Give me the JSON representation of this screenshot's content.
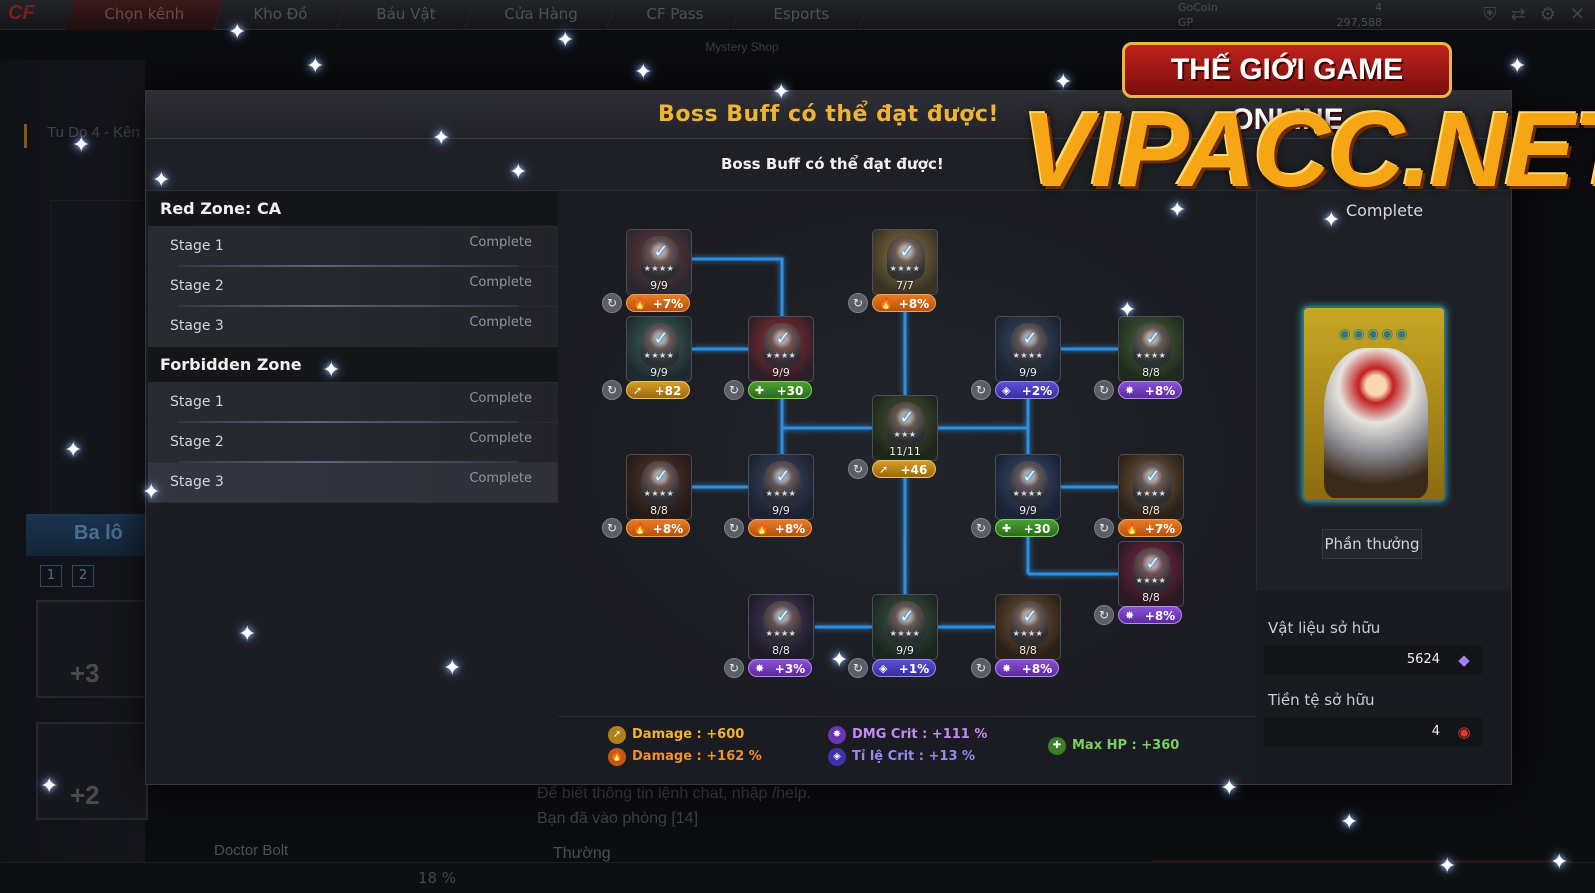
{
  "topbar": {
    "nav": [
      "Chọn kênh",
      "Kho Đồ",
      "Báu Vật",
      "Cửa Hàng",
      "CF Pass",
      "Esports"
    ],
    "currency": [
      {
        "name": "GoCoin",
        "value": "4"
      },
      {
        "name": "GP",
        "value": "297,588"
      }
    ]
  },
  "background": {
    "mystery_shop": "Mystery Shop",
    "mission": "Tu Do 4 - Kên",
    "ba_lo": "Ba lô",
    "slots": [
      "1",
      "2"
    ],
    "weapons": [
      "+3",
      "+2"
    ],
    "doctor": "Doctor Bolt",
    "chat_lines": [
      "Để biết thông tin lệnh chat, nhập /help.",
      "Bạn đã vào phòng [14]"
    ],
    "chat_mode": "Thường",
    "percent": "18 %"
  },
  "modal": {
    "title": "Boss Buff có thể đạt được!",
    "subtitle": "Boss Buff có thể đạt được!",
    "zones": [
      {
        "name": "Red Zone: CA",
        "stages": [
          {
            "name": "Stage 1",
            "status": "Complete"
          },
          {
            "name": "Stage 2",
            "status": "Complete"
          },
          {
            "name": "Stage 3",
            "status": "Complete"
          }
        ]
      },
      {
        "name": "Forbidden Zone",
        "stages": [
          {
            "name": "Stage 1",
            "status": "Complete"
          },
          {
            "name": "Stage 2",
            "status": "Complete"
          },
          {
            "name": "Stage 3",
            "status": "Complete",
            "selected": true
          }
        ]
      }
    ],
    "nodes": [
      {
        "id": "n1",
        "stars": "★★★★",
        "progress": "9/9",
        "buff": "+7%",
        "buff_type": "damage-percent"
      },
      {
        "id": "n2",
        "stars": "★★★★",
        "progress": "7/7",
        "buff": "+8%",
        "buff_type": "damage-percent"
      },
      {
        "id": "n3",
        "stars": "★★★★",
        "progress": "9/9",
        "buff": "+82",
        "buff_type": "damage"
      },
      {
        "id": "n4",
        "stars": "★★★★",
        "progress": "9/9",
        "buff": "+30",
        "buff_type": "max-hp"
      },
      {
        "id": "n5",
        "stars": "★★★★",
        "progress": "9/9",
        "buff": "+2%",
        "buff_type": "crit-rate"
      },
      {
        "id": "n6",
        "stars": "★★★★",
        "progress": "8/8",
        "buff": "+8%",
        "buff_type": "dmg-crit"
      },
      {
        "id": "n7",
        "stars": "★★★",
        "progress": "11/11",
        "buff": "+46",
        "buff_type": "damage"
      },
      {
        "id": "n8",
        "stars": "★★★★",
        "progress": "8/8",
        "buff": "+8%",
        "buff_type": "damage-percent"
      },
      {
        "id": "n9",
        "stars": "★★★★",
        "progress": "9/9",
        "buff": "+8%",
        "buff_type": "damage-percent"
      },
      {
        "id": "n10",
        "stars": "★★★★",
        "progress": "9/9",
        "buff": "+30",
        "buff_type": "max-hp"
      },
      {
        "id": "n11",
        "stars": "★★★★",
        "progress": "8/8",
        "buff": "+7%",
        "buff_type": "damage-percent"
      },
      {
        "id": "n12",
        "stars": "★★★★",
        "progress": "8/8",
        "buff": "+8%",
        "buff_type": "dmg-crit"
      },
      {
        "id": "n13",
        "stars": "★★★★",
        "progress": "8/8",
        "buff": "+3%",
        "buff_type": "dmg-crit"
      },
      {
        "id": "n14",
        "stars": "★★★★",
        "progress": "9/9",
        "buff": "+1%",
        "buff_type": "crit-rate"
      },
      {
        "id": "n15",
        "stars": "★★★★",
        "progress": "8/8",
        "buff": "+8%",
        "buff_type": "dmg-crit"
      }
    ],
    "stats": [
      {
        "label": "Damage : +600",
        "type": "damage"
      },
      {
        "label": "Damage : +162 %",
        "type": "damage-percent"
      },
      {
        "label": "DMG Crit : +111 %",
        "type": "dmg-crit"
      },
      {
        "label": "Tỉ lệ Crit : +13 %",
        "type": "crit-rate"
      },
      {
        "label": "Max HP : +360",
        "type": "max-hp"
      }
    ],
    "reward": {
      "status": "Complete",
      "button": "Phần thưởng"
    },
    "owned": {
      "materials_label": "Vật liệu sở hữu",
      "materials_value": "5624",
      "currency_label": "Tiền tệ sở hữu",
      "currency_value": "4"
    }
  },
  "watermark": {
    "banner": "THẾ GIỚI GAME ONLINE",
    "main": "VIPACC.NET"
  },
  "colors": {
    "title": "#f2b233",
    "tree_line": "#2c8fe0",
    "damage": "#f2b233",
    "damage_percent": "#f28f2e",
    "dmg_crit": "#c48af2",
    "crit_rate": "#9a8af0",
    "max_hp": "#7bd05d"
  }
}
